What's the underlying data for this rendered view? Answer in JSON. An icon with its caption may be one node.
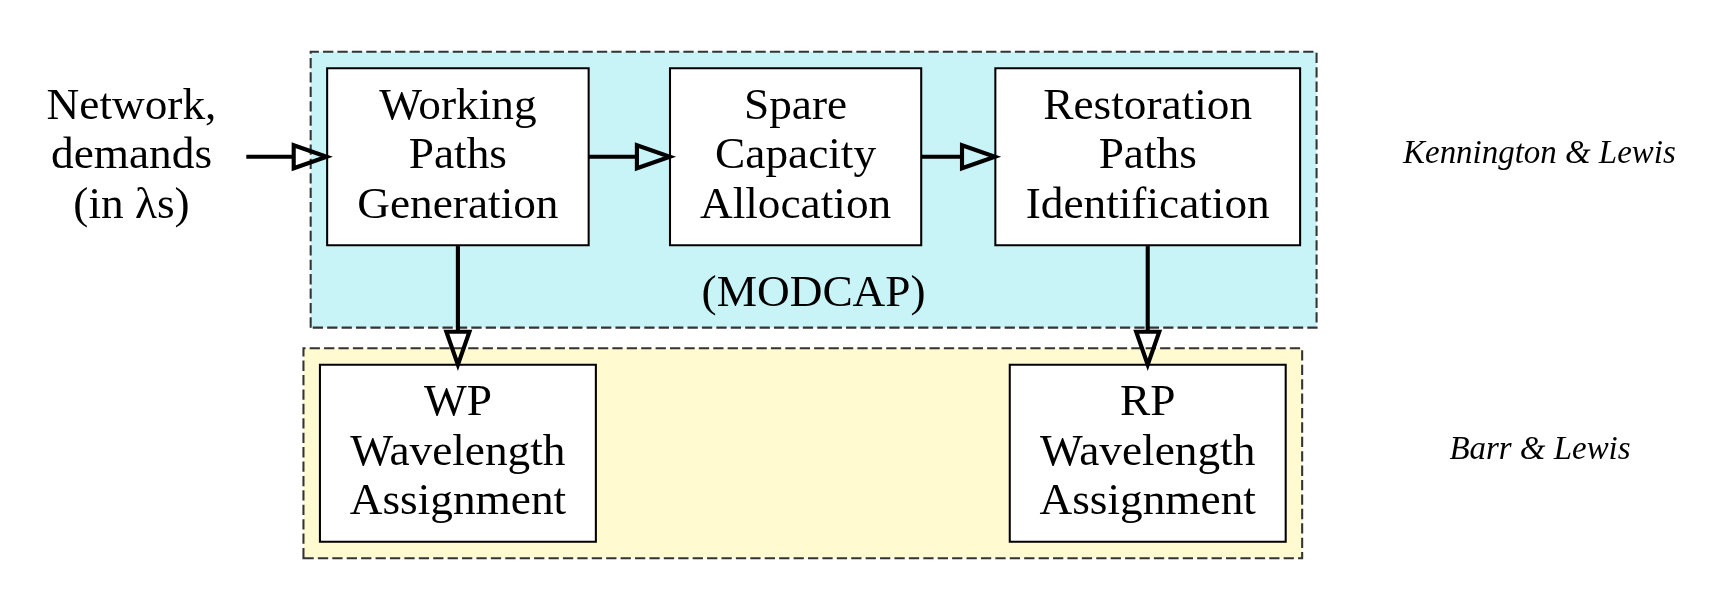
{
  "diagram": {
    "nodes": [
      {
        "text": [
          "(MODCAP)"
        ],
        "beside": [
          "Kennington & Lewis"
        ]
      },
      {
        "text": [
          "Working Paths Generation"
        ],
        "in": 0
      },
      {
        "text": [
          "Spare Capacity Allocation"
        ],
        "in": 0
      },
      {
        "text": [
          "Restoration Paths Identification"
        ],
        "in": 0
      },
      {
        "text": [],
        "shape": "box"
      },
      {
        "text": [
          "WP Wavelength Assignment"
        ],
        "in": 4
      },
      {
        "text": [
          "RP Wavelength Assignment"
        ],
        "in": 4
      },
      {
        "text": [
          "Network, demands (in λs)"
        ]
      }
    ],
    "edges": [
      {
        "from": 7,
        "to": 1,
        "arrow": "to"
      },
      {
        "from": 1,
        "to": 2,
        "arrow": "to"
      },
      {
        "from": 2,
        "to": 3,
        "arrow": "to"
      },
      {
        "from": 1,
        "to": 5,
        "arrow": "to"
      },
      {
        "from": 3,
        "to": 6,
        "arrow": "to"
      }
    ],
    "labels": [
      "Barr & Lewis"
    ]
  }
}
